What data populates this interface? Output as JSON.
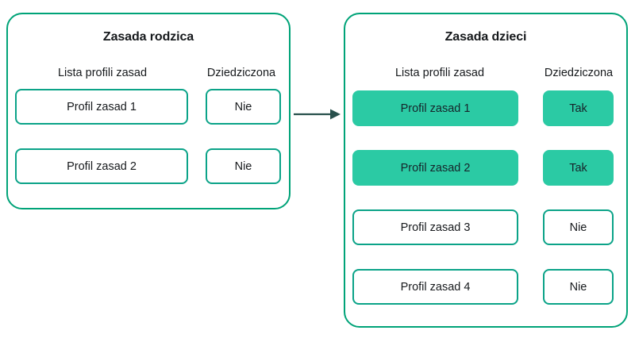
{
  "colors": {
    "panel_border": "#00a378",
    "cell_border": "#0ba388",
    "cell_filled": "#2bcaa4",
    "text": "#16191c",
    "arrow": "#28504c",
    "background": "#ffffff"
  },
  "panels": [
    {
      "id": "parent",
      "title": "Zasada rodzica",
      "columns": [
        "Lista profili zasad",
        "Dziedziczona"
      ],
      "rows": [
        {
          "name": "Profil zasad 1",
          "inherited": "Nie",
          "highlighted": false
        },
        {
          "name": "Profil zasad 2",
          "inherited": "Nie",
          "highlighted": false
        }
      ]
    },
    {
      "id": "child",
      "title": "Zasada dzieci",
      "columns": [
        "Lista profili zasad",
        "Dziedziczona"
      ],
      "rows": [
        {
          "name": "Profil zasad 1",
          "inherited": "Tak",
          "highlighted": true
        },
        {
          "name": "Profil zasad 2",
          "inherited": "Tak",
          "highlighted": true
        },
        {
          "name": "Profil zasad 3",
          "inherited": "Nie",
          "highlighted": false
        },
        {
          "name": "Profil zasad 4",
          "inherited": "Nie",
          "highlighted": false
        }
      ]
    }
  ],
  "arrow": {
    "icon": "arrow-right-icon",
    "from": "parent",
    "to": "child"
  }
}
